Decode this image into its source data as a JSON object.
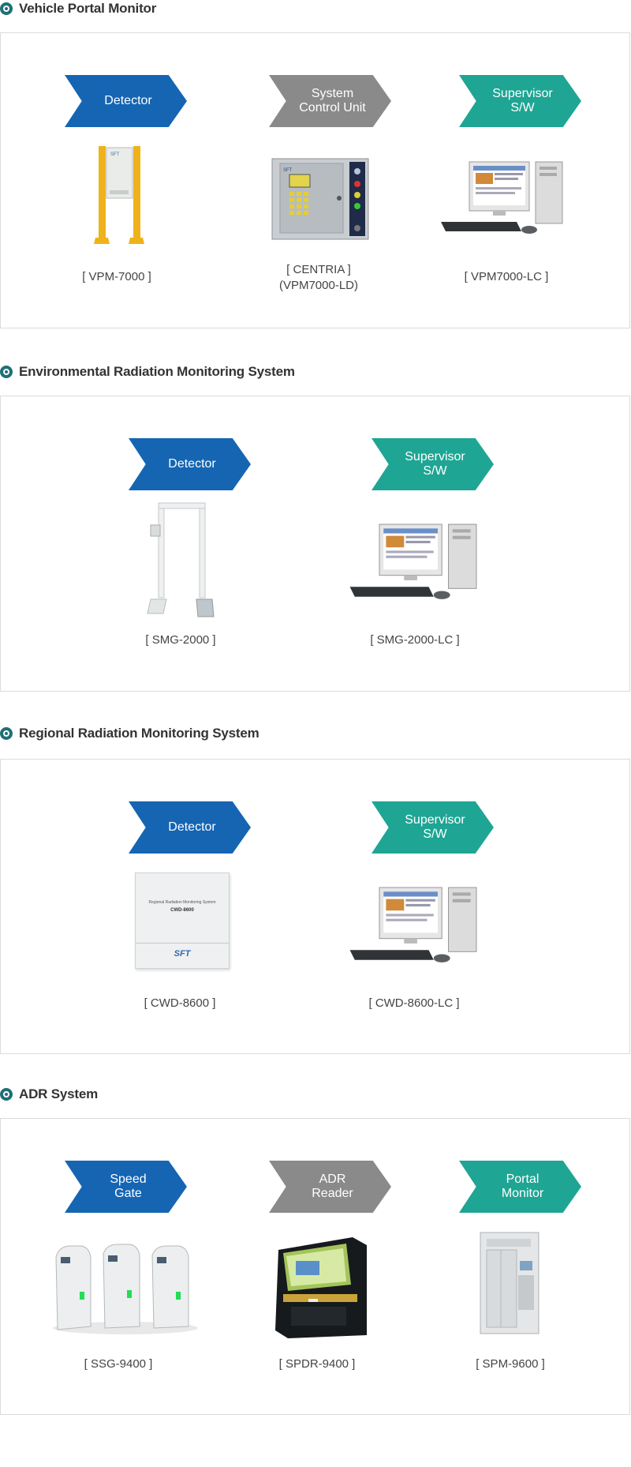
{
  "sections": [
    {
      "title": "Vehicle Portal Monitor",
      "items": [
        {
          "label": "Detector",
          "caption": "[ VPM-7000 ]"
        },
        {
          "label": "System\nControl Unit",
          "caption": "[ CENTRIA ]\n(VPM7000-LD)"
        },
        {
          "label": "Supervisor\nS/W",
          "caption": "[ VPM7000-LC ]"
        }
      ]
    },
    {
      "title": "Environmental Radiation Monitoring System",
      "items": [
        {
          "label": "Detector",
          "caption": "[ SMG-2000 ]"
        },
        {
          "label": "Supervisor\nS/W",
          "caption": "[ SMG-2000-LC ]"
        }
      ]
    },
    {
      "title": "Regional Radiation Monitoring System",
      "items": [
        {
          "label": "Detector",
          "caption": "[ CWD-8600 ]",
          "device_text": {
            "line1": "Regional Radiation Monitoring System",
            "model": "CWD-8600",
            "brand": "SFT"
          }
        },
        {
          "label": "Supervisor\nS/W",
          "caption": "[ CWD-8600-LC ]"
        }
      ]
    },
    {
      "title": "ADR System",
      "items": [
        {
          "label": "Speed\nGate",
          "caption": "[ SSG-9400 ]"
        },
        {
          "label": "ADR\nReader",
          "caption": "[ SPDR-9400 ]"
        },
        {
          "label": "Portal\nMonitor",
          "caption": "[ SPM-9600 ]"
        }
      ]
    }
  ],
  "colors": {
    "blue": "#1565b3",
    "gray": "#8a8a8a",
    "teal": "#1fa594",
    "bullet": "#1f6f77"
  },
  "icons": [
    "portal-detector-icon",
    "control-unit-icon",
    "computer-icon",
    "gate-detector-icon",
    "wall-detector-icon",
    "speed-gate-icon",
    "adr-reader-icon",
    "portal-monitor-icon"
  ]
}
